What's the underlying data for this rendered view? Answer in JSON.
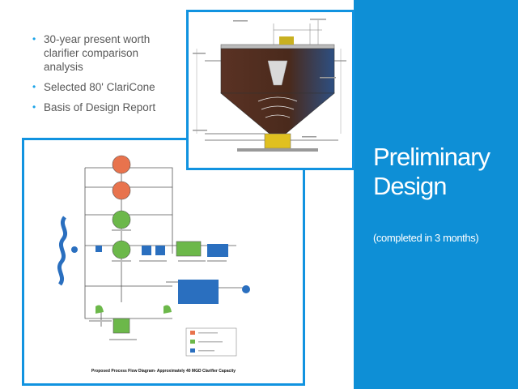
{
  "slide": {
    "title_lines": [
      "Preliminary",
      "Design"
    ],
    "subtitle": "(completed in 3 months)",
    "bullets": [
      "30-year present worth clarifier comparison analysis",
      "Selected 80' ClariCone",
      "Basis of Design Report"
    ]
  },
  "flow_diagram": {
    "caption": "Proposed Process Flow Diagram- Approximately 40 MGD Clarifier Capacity",
    "legend": [
      {
        "label": "New",
        "color": "#e8734d"
      },
      {
        "label": "Upgraded or Conversion",
        "color": "#6cb84a"
      },
      {
        "label": "Existing",
        "color": "#2a6fbf"
      }
    ]
  },
  "colors": {
    "accent_blue": "#0e8fd6",
    "frame_blue": "#1193e0",
    "bullet_text": "#595959",
    "tank_dark": "#4a2a1c",
    "tank_blue": "#2d4f82"
  }
}
